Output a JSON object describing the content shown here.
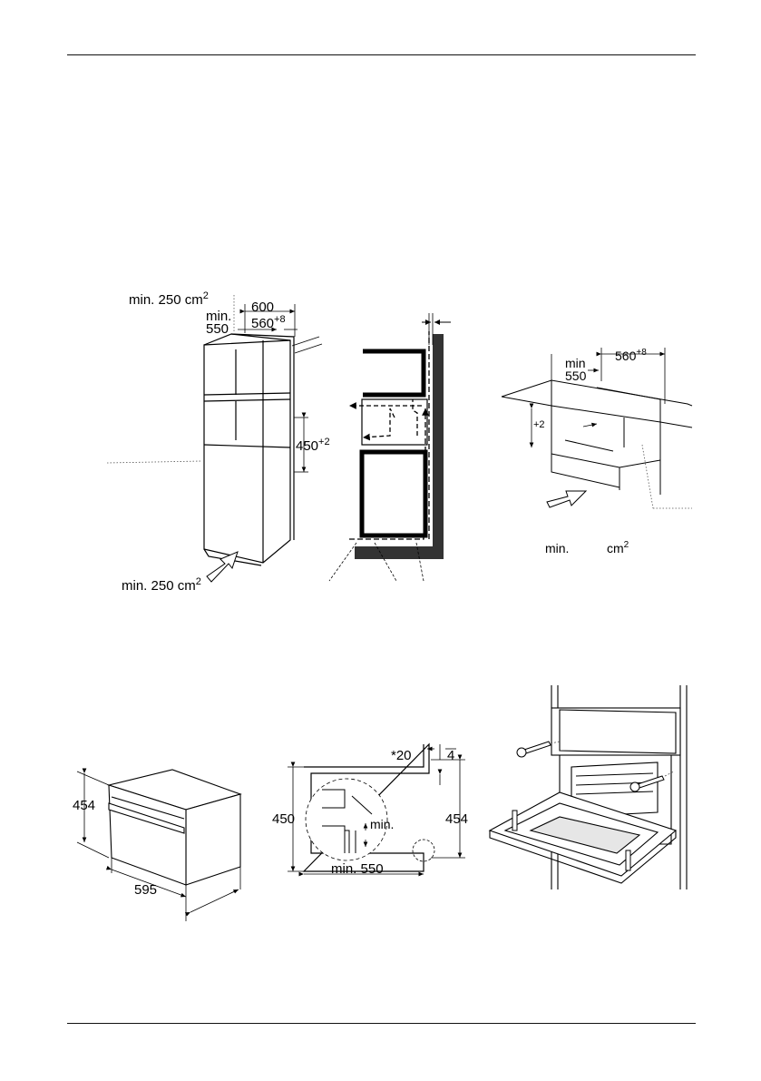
{
  "page": {
    "rule_color": "#111111"
  },
  "fig1": {
    "vent_top": "min. 250 cm",
    "vent_top_sup": "2",
    "width_600": "600",
    "min_550_a": "min.",
    "min_550_b": "550",
    "width_560": "560",
    "width_560_sup": "+8",
    "height_450": "450",
    "height_450_sup": "+2",
    "vent_bottom": "min. 250 cm",
    "vent_bottom_sup": "2"
  },
  "fig3": {
    "min_a": "min",
    "min_b": "550",
    "width_560": "560",
    "width_560_sup": "+8",
    "plus2": "+2",
    "vent_min": "min.",
    "vent_cm": "cm",
    "vent_sup": "2"
  },
  "fig4": {
    "height_454": "454",
    "width_595": "595"
  },
  "fig5": {
    "gap_20": "*20",
    "gap_4": "4",
    "height_450": "450",
    "height_454": "454",
    "depth_min": "min. 550",
    "detail_min": "min."
  }
}
